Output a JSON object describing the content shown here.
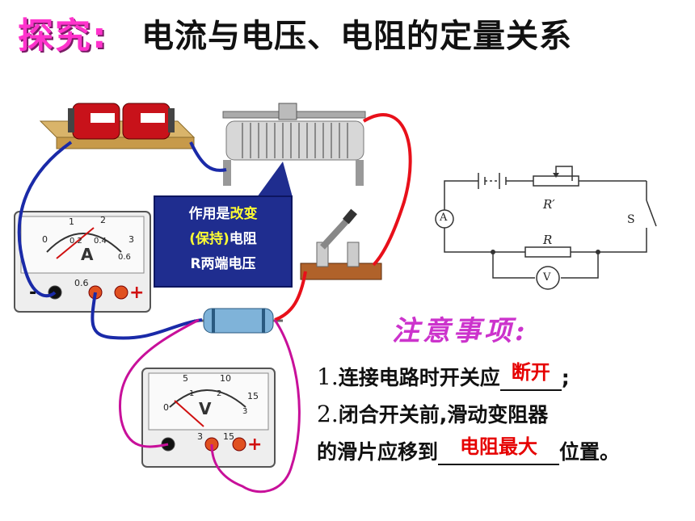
{
  "title": {
    "prefix": "探究:",
    "main": "电流与电压、电阻的定量关系"
  },
  "callout": {
    "line1_a": "作用是",
    "line1_b": "改变",
    "line2_a": "(保持)",
    "line2_b": "电阻",
    "line3": "R两端电压"
  },
  "ammeter": {
    "scale_top": [
      "0",
      "1",
      "2",
      "3"
    ],
    "scale_bottom": [
      "0",
      "0.2",
      "0.4",
      "0.6"
    ],
    "unit": "A",
    "terminal_neg": "-",
    "terminal_mid": "0.6",
    "terminal_pos": "+"
  },
  "voltmeter": {
    "scale_top": [
      "0",
      "5",
      "10",
      "15"
    ],
    "scale_bottom": [
      "0",
      "1",
      "2",
      "3"
    ],
    "unit": "V",
    "terminal_mid_a": "3",
    "terminal_mid_b": "15",
    "terminal_pos": "+"
  },
  "circuit_diagram": {
    "ammeter_symbol": "A",
    "voltmeter_symbol": "V",
    "rheostat_label": "R′",
    "resistor_label": "R",
    "switch_label": "S"
  },
  "notes": {
    "title": "注意事项:",
    "item1_num": "1.",
    "item1_text": "连接电路时开关应",
    "item1_answer": "断开",
    "item1_end": ";",
    "item2_num": "2.",
    "item2_text": "闭合开关前,滑动变阻器",
    "item3_text": "的滑片应移到",
    "item3_answer": "电阻最大",
    "item3_end": "位置。"
  },
  "colors": {
    "title_prefix": "#ff33cc",
    "callout_bg": "#1f2d8f",
    "callout_highlight": "#ffff33",
    "answer_red": "#e60000",
    "notes_title": "#cc33cc",
    "wire_blue": "#1a2aa8",
    "wire_red": "#e8101a",
    "wire_magenta": "#c8109a"
  }
}
